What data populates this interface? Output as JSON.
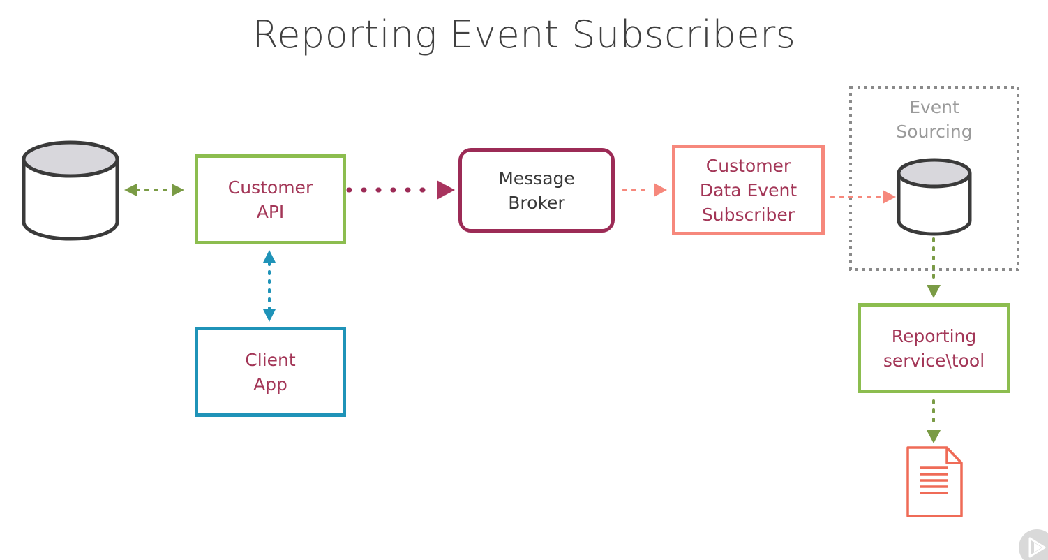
{
  "slide": {
    "title": "Reporting Event Subscribers"
  },
  "nodes": {
    "customer_api": {
      "line1": "Customer",
      "line2": "API"
    },
    "client_app": {
      "line1": "Client",
      "line2": "App"
    },
    "message_broker": {
      "line1": "Message",
      "line2": "Broker"
    },
    "subscriber": {
      "line1": "Customer",
      "line2": "Data Event",
      "line3": "Subscriber"
    },
    "event_sourcing": {
      "line1": "Event",
      "line2": "Sourcing"
    },
    "reporting": {
      "line1": "Reporting",
      "line2": "service\\tool"
    }
  },
  "colors": {
    "green": "#8cbd4f",
    "blue": "#1f93b8",
    "magenta": "#9c2b56",
    "salmon": "#f6887c",
    "text_magenta": "#a33657",
    "gray": "#9a9a9a",
    "db_fill": "#d8d7dc",
    "db_stroke": "#3a3a3a"
  },
  "icons": {
    "database": "database-icon",
    "document": "document-icon",
    "player": "play-icon"
  }
}
